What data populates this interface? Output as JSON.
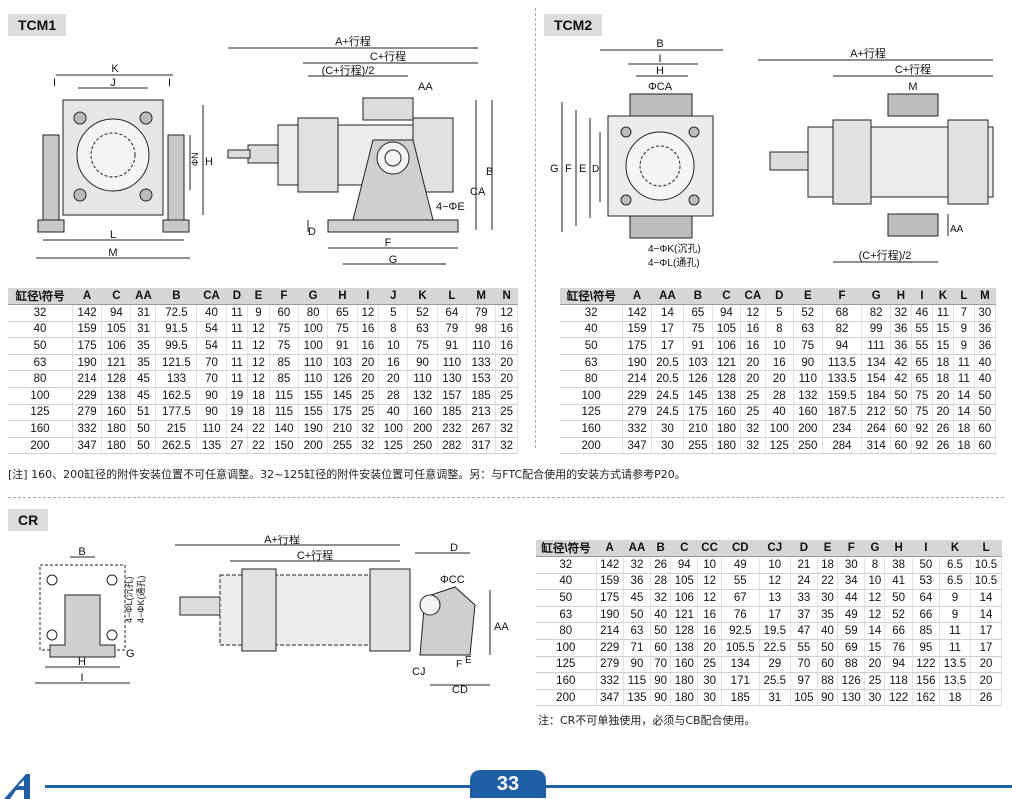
{
  "sections": {
    "tcm1": "TCM1",
    "tcm2": "TCM2",
    "cr": "CR"
  },
  "labels": {
    "a_stroke": "A+行程",
    "c_stroke": "C+行程",
    "c_half": "(C+行程)/2",
    "c_half_b": "(C+行程)/2",
    "four_phi_e": "4−ΦE",
    "four_phi_k": "4−ΦK(沉孔)",
    "four_phi_l": "4−ΦL(通孔)",
    "four_phi_l_v": "4−ΦL(沉孔)",
    "four_phi_k_v": "4−ΦK(通孔)",
    "phi_ca": "ΦCA",
    "phi_n": "ΦN",
    "phi_cc": "ΦCC",
    "d": {
      "K": "K",
      "J": "J",
      "I": "I",
      "H": "H",
      "L": "L",
      "M": "M",
      "AA": "AA",
      "B": "B",
      "CA": "CA",
      "D": "D",
      "F": "F",
      "G": "G",
      "E": "E",
      "CJ": "CJ",
      "CD": "CD"
    }
  },
  "tcm1": {
    "headers": [
      "缸径\\符号",
      "A",
      "C",
      "AA",
      "B",
      "CA",
      "D",
      "E",
      "F",
      "G",
      "H",
      "I",
      "J",
      "K",
      "L",
      "M",
      "N"
    ],
    "rows": [
      [
        "32",
        "142",
        "94",
        "31",
        "72.5",
        "40",
        "11",
        "9",
        "60",
        "80",
        "65",
        "12",
        "5",
        "52",
        "64",
        "79",
        "12"
      ],
      [
        "40",
        "159",
        "105",
        "31",
        "91.5",
        "54",
        "11",
        "12",
        "75",
        "100",
        "75",
        "16",
        "8",
        "63",
        "79",
        "98",
        "16"
      ],
      [
        "50",
        "175",
        "106",
        "35",
        "99.5",
        "54",
        "11",
        "12",
        "75",
        "100",
        "91",
        "16",
        "10",
        "75",
        "91",
        "110",
        "16"
      ],
      [
        "63",
        "190",
        "121",
        "35",
        "121.5",
        "70",
        "11",
        "12",
        "85",
        "110",
        "103",
        "20",
        "16",
        "90",
        "110",
        "133",
        "20"
      ],
      [
        "80",
        "214",
        "128",
        "45",
        "133",
        "70",
        "11",
        "12",
        "85",
        "110",
        "126",
        "20",
        "20",
        "110",
        "130",
        "153",
        "20"
      ],
      [
        "100",
        "229",
        "138",
        "45",
        "162.5",
        "90",
        "19",
        "18",
        "115",
        "155",
        "145",
        "25",
        "28",
        "132",
        "157",
        "185",
        "25"
      ],
      [
        "125",
        "279",
        "160",
        "51",
        "177.5",
        "90",
        "19",
        "18",
        "115",
        "155",
        "175",
        "25",
        "40",
        "160",
        "185",
        "213",
        "25"
      ],
      [
        "160",
        "332",
        "180",
        "50",
        "215",
        "110",
        "24",
        "22",
        "140",
        "190",
        "210",
        "32",
        "100",
        "200",
        "232",
        "267",
        "32"
      ],
      [
        "200",
        "347",
        "180",
        "50",
        "262.5",
        "135",
        "27",
        "22",
        "150",
        "200",
        "255",
        "32",
        "125",
        "250",
        "282",
        "317",
        "32"
      ]
    ]
  },
  "tcm2": {
    "headers": [
      "缸径\\符号",
      "A",
      "AA",
      "B",
      "C",
      "CA",
      "D",
      "E",
      "F",
      "G",
      "H",
      "I",
      "K",
      "L",
      "M"
    ],
    "rows": [
      [
        "32",
        "142",
        "14",
        "65",
        "94",
        "12",
        "5",
        "52",
        "68",
        "82",
        "32",
        "46",
        "11",
        "7",
        "30"
      ],
      [
        "40",
        "159",
        "17",
        "75",
        "105",
        "16",
        "8",
        "63",
        "82",
        "99",
        "36",
        "55",
        "15",
        "9",
        "36"
      ],
      [
        "50",
        "175",
        "17",
        "91",
        "106",
        "16",
        "10",
        "75",
        "94",
        "111",
        "36",
        "55",
        "15",
        "9",
        "36"
      ],
      [
        "63",
        "190",
        "20.5",
        "103",
        "121",
        "20",
        "16",
        "90",
        "113.5",
        "134",
        "42",
        "65",
        "18",
        "11",
        "40"
      ],
      [
        "80",
        "214",
        "20.5",
        "126",
        "128",
        "20",
        "20",
        "110",
        "133.5",
        "154",
        "42",
        "65",
        "18",
        "11",
        "40"
      ],
      [
        "100",
        "229",
        "24.5",
        "145",
        "138",
        "25",
        "28",
        "132",
        "159.5",
        "184",
        "50",
        "75",
        "20",
        "14",
        "50"
      ],
      [
        "125",
        "279",
        "24.5",
        "175",
        "160",
        "25",
        "40",
        "160",
        "187.5",
        "212",
        "50",
        "75",
        "20",
        "14",
        "50"
      ],
      [
        "160",
        "332",
        "30",
        "210",
        "180",
        "32",
        "100",
        "200",
        "234",
        "264",
        "60",
        "92",
        "26",
        "18",
        "60"
      ],
      [
        "200",
        "347",
        "30",
        "255",
        "180",
        "32",
        "125",
        "250",
        "284",
        "314",
        "60",
        "92",
        "26",
        "18",
        "60"
      ]
    ]
  },
  "cr": {
    "headers": [
      "缸径\\符号",
      "A",
      "AA",
      "B",
      "C",
      "CC",
      "CD",
      "CJ",
      "D",
      "E",
      "F",
      "G",
      "H",
      "I",
      "K",
      "L"
    ],
    "rows": [
      [
        "32",
        "142",
        "32",
        "26",
        "94",
        "10",
        "49",
        "10",
        "21",
        "18",
        "30",
        "8",
        "38",
        "50",
        "6.5",
        "10.5"
      ],
      [
        "40",
        "159",
        "36",
        "28",
        "105",
        "12",
        "55",
        "12",
        "24",
        "22",
        "34",
        "10",
        "41",
        "53",
        "6.5",
        "10.5"
      ],
      [
        "50",
        "175",
        "45",
        "32",
        "106",
        "12",
        "67",
        "13",
        "33",
        "30",
        "44",
        "12",
        "50",
        "64",
        "9",
        "14"
      ],
      [
        "63",
        "190",
        "50",
        "40",
        "121",
        "16",
        "76",
        "17",
        "37",
        "35",
        "49",
        "12",
        "52",
        "66",
        "9",
        "14"
      ],
      [
        "80",
        "214",
        "63",
        "50",
        "128",
        "16",
        "92.5",
        "19.5",
        "47",
        "40",
        "59",
        "14",
        "66",
        "85",
        "11",
        "17"
      ],
      [
        "100",
        "229",
        "71",
        "60",
        "138",
        "20",
        "105.5",
        "22.5",
        "55",
        "50",
        "69",
        "15",
        "76",
        "95",
        "11",
        "17"
      ],
      [
        "125",
        "279",
        "90",
        "70",
        "160",
        "25",
        "134",
        "29",
        "70",
        "60",
        "88",
        "20",
        "94",
        "122",
        "13.5",
        "20"
      ],
      [
        "160",
        "332",
        "115",
        "90",
        "180",
        "30",
        "171",
        "25.5",
        "97",
        "88",
        "126",
        "25",
        "118",
        "156",
        "13.5",
        "20"
      ],
      [
        "200",
        "347",
        "135",
        "90",
        "180",
        "30",
        "185",
        "31",
        "105",
        "90",
        "130",
        "30",
        "122",
        "162",
        "18",
        "26"
      ]
    ]
  },
  "notes": {
    "tcm_note": "[注] 160、200缸径的附件安装位置不可任意调整。32~125缸径的附件安装位置可任意调整。另：与FTC配合使用的安装方式请参考P20。",
    "cr_note": "注：CR不可单独使用，必须与CB配合使用。"
  },
  "page_number": "33",
  "colors": {
    "accent": "#1f5fa8",
    "header_bg": "#d6d6d6",
    "part_fill": "#d9d9d9"
  }
}
